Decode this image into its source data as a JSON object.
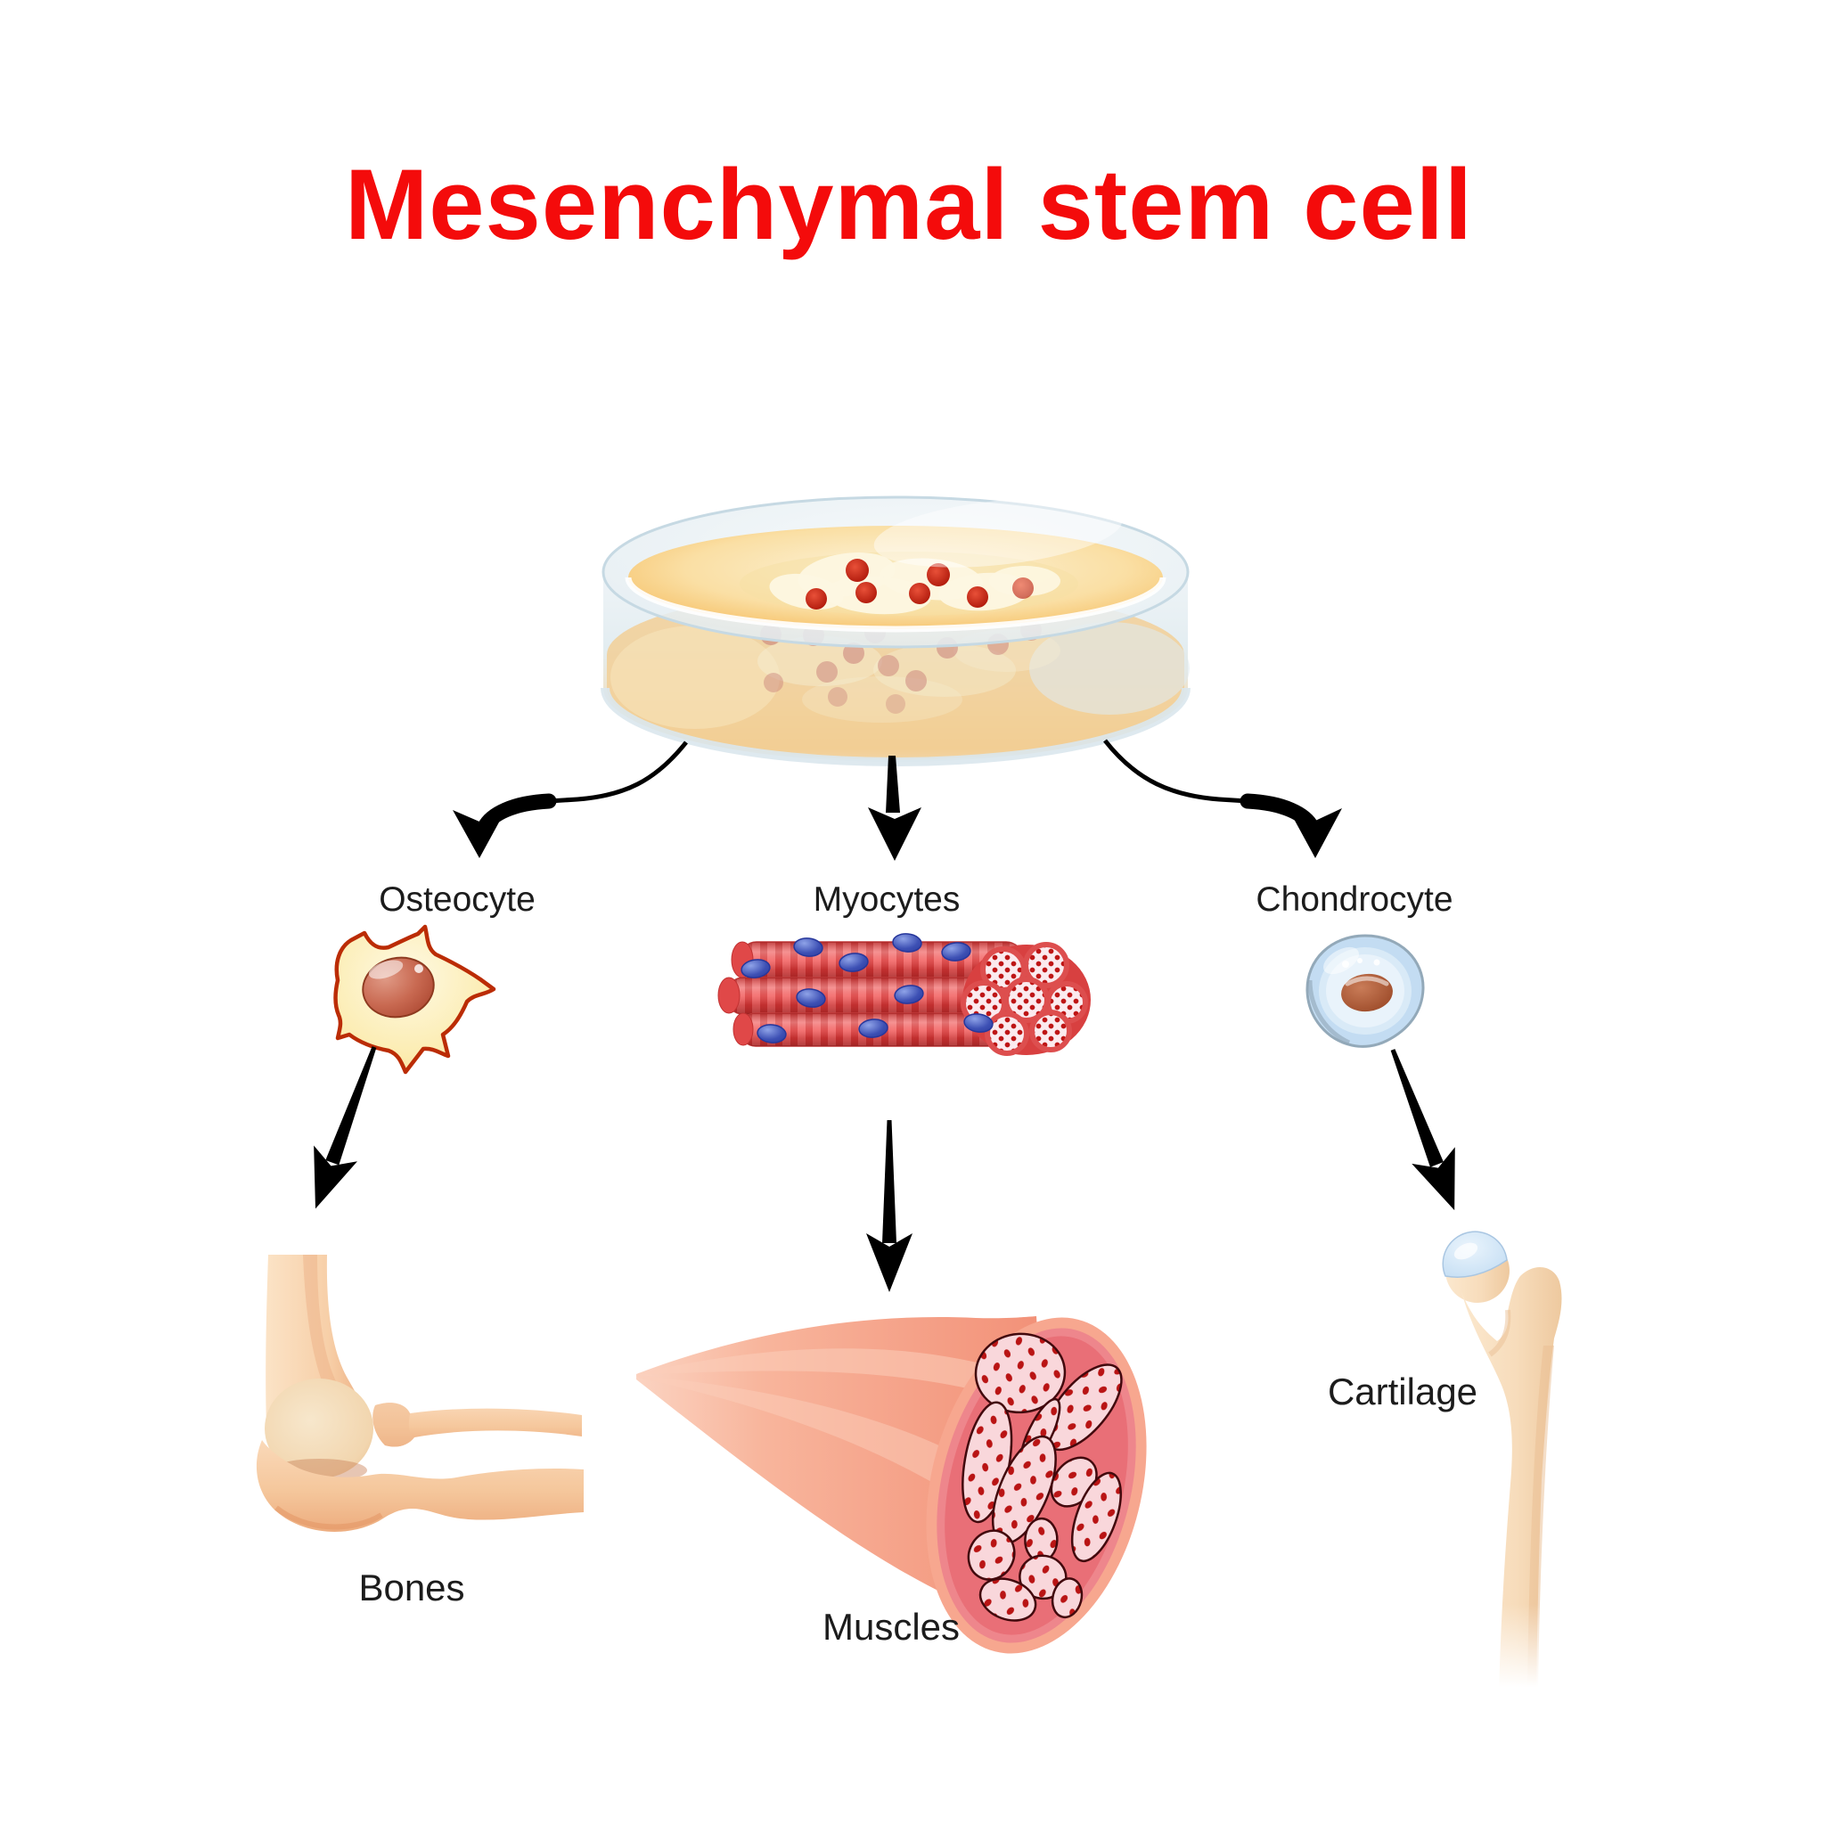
{
  "title": {
    "text": "Mesenchymal stem cell",
    "color": "#f40b0b"
  },
  "branches": [
    {
      "cell_label": "Osteocyte",
      "tissue_label": "Bones"
    },
    {
      "cell_label": "Myocytes",
      "tissue_label": "Muscles"
    },
    {
      "cell_label": "Chondrocyte",
      "tissue_label": "Cartilage"
    }
  ],
  "colors": {
    "label_text": "#1c1c1c",
    "arrow": "#000000",
    "osteocyte_body": "#fbe594",
    "osteocyte_outline": "#bb2c05",
    "myocyte_fiber": "#f16a6a",
    "myocyte_stripe": "#d63c3c",
    "myocyte_nucleus": "#4054b2",
    "chondrocyte_body": "#c3dcf2",
    "cell_nucleus_brown": "#a3492d",
    "bone_tan": "#f6cda6",
    "muscle_salmon": "#f49a82",
    "fascicle_pink": "#f9d7db",
    "cartilage_blue": "#c0ddf5",
    "petri_glass_blue": "#e7eff3",
    "petri_medium_orange": "#f6c96e",
    "stem_cell_dot_red": "#c3261a"
  }
}
